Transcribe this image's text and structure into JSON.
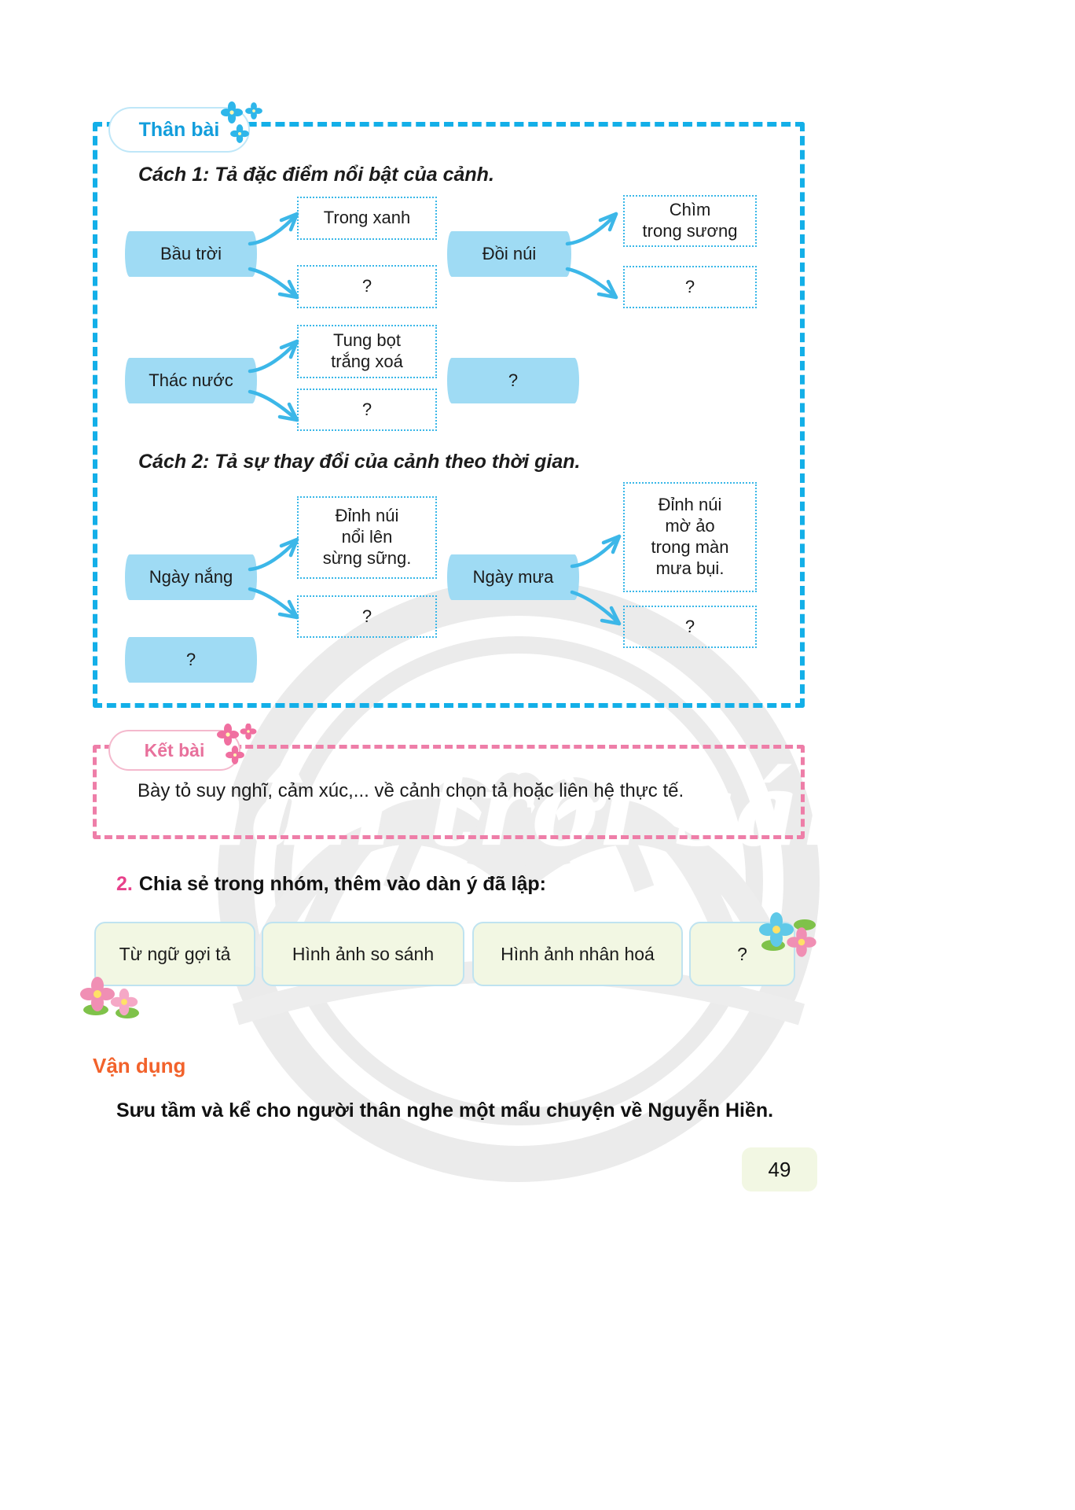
{
  "page": {
    "number": "49",
    "watermark": "Chân trời sáng tạo"
  },
  "than_bai": {
    "label": "Thân bài",
    "cach1": {
      "heading": "Cách 1: Tả đặc điểm nổi bật của cảnh.",
      "pairs": [
        {
          "source": "Bầu trời",
          "answers": [
            "Trong xanh",
            "?"
          ]
        },
        {
          "source": "Đồi núi",
          "answers": [
            "Chìm\ntrong sương",
            "?"
          ]
        },
        {
          "source": "Thác nước",
          "answers": [
            "Tung bọt\ntrắng xoá",
            "?"
          ]
        },
        {
          "source": "?",
          "answers": []
        }
      ]
    },
    "cach2": {
      "heading": "Cách 2: Tả sự thay đổi của cảnh theo thời gian.",
      "pairs": [
        {
          "source": "Ngày nắng",
          "answers": [
            "Đỉnh núi\nnổi lên\nsừng sững.",
            "?"
          ]
        },
        {
          "source": "Ngày mưa",
          "answers": [
            "Đỉnh núi\nmờ ảo\ntrong màn\nmưa bụi.",
            "?"
          ]
        },
        {
          "source": "?",
          "answers": []
        }
      ]
    }
  },
  "ket_bai": {
    "label": "Kết bài",
    "text": "Bày tỏ suy nghĩ, cảm xúc,... về cảnh chọn tả hoặc liên hệ thực tế."
  },
  "exercise_2": {
    "number": "2.",
    "prompt": "Chia sẻ trong nhóm, thêm vào dàn ý đã lập:",
    "tags": [
      "Từ ngữ gợi tả",
      "Hình ảnh so sánh",
      "Hình ảnh nhân hoá",
      "?"
    ]
  },
  "van_dung": {
    "title": "Vận dụng",
    "text": "Sưu tầm và kể cho người thân nghe một mẩu chuyện về Nguyễn Hiền."
  },
  "colors": {
    "blue_border": "#13AFE8",
    "blue_fill": "#9FDBF4",
    "pink_border": "#EE7EA8",
    "pink_label": "#E8719C",
    "green_fill": "#F2F7E3",
    "orange": "#F2622B",
    "magenta": "#E8418B"
  }
}
